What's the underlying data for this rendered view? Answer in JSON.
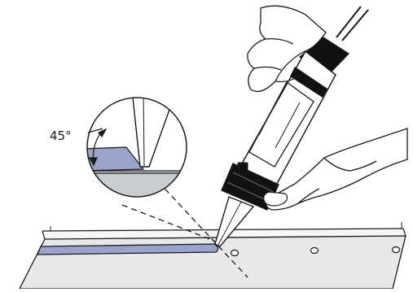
{
  "diagram": {
    "angle_label": "45°",
    "colors": {
      "line": "#1a1a1a",
      "sheet": "#e7e8ea",
      "sheet_far": "#f6f6f7",
      "sealant": "#9aa3cc",
      "detail_bed": "#c9ccd1",
      "background": "#ffffff"
    },
    "icons": [
      "caulking-gun",
      "hand",
      "sealant-bead",
      "detail-magnifier",
      "angle-arrow"
    ]
  }
}
